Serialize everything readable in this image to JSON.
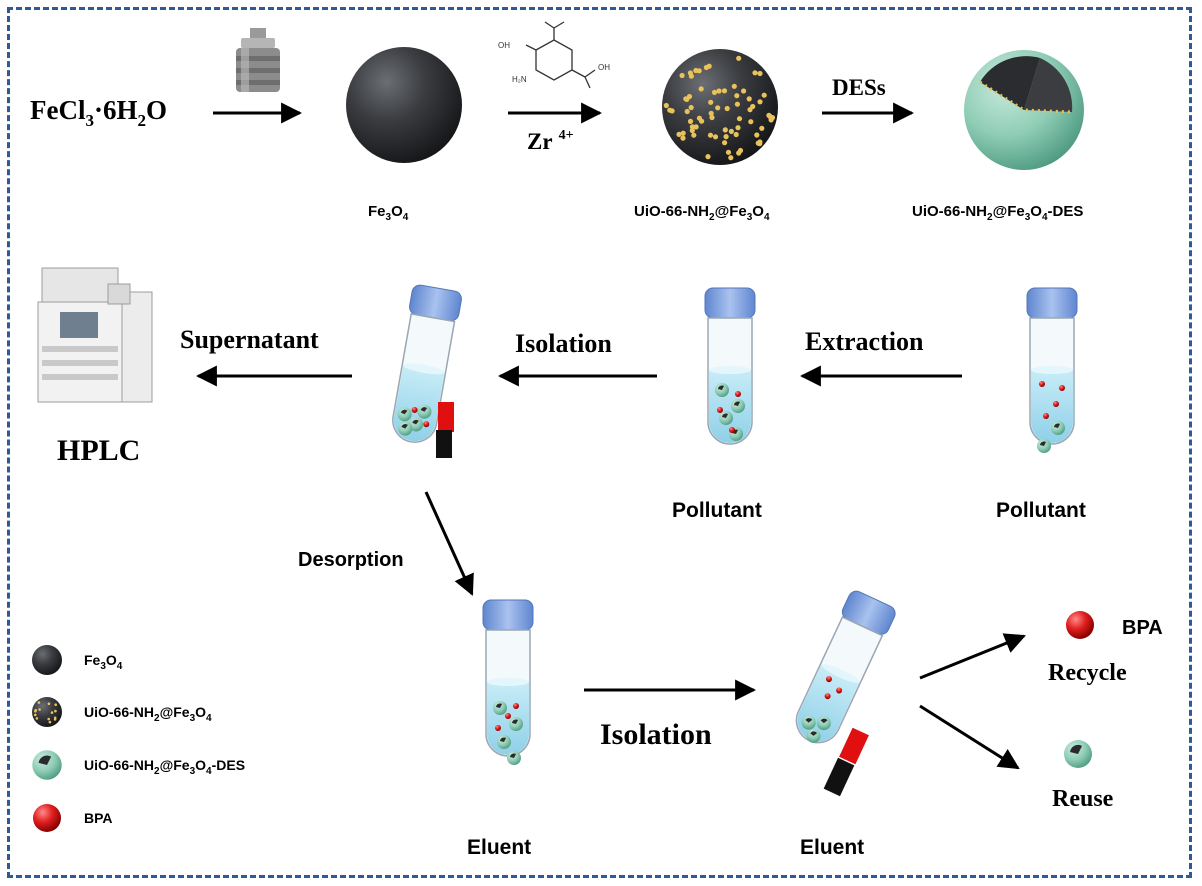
{
  "synthesis": {
    "precursor": {
      "main": "FeCl",
      "s1": "3",
      "mid": "·6H",
      "s2": "2",
      "tail": "O"
    },
    "ligand_labels": {
      "cooh_top": "OH",
      "nh2": "H₂N",
      "cooh_right": "OH"
    },
    "zr_label": {
      "main": "Zr",
      "sup": "4+"
    },
    "des_label": "DESs",
    "fe3o4_label": {
      "a": "Fe",
      "s1": "3",
      "b": "O",
      "s2": "4"
    },
    "uio_label": {
      "a": "UiO-66-NH",
      "s1": "2",
      "b": "@Fe",
      "s2": "3",
      "c": "O",
      "s3": "4"
    },
    "uio_des_label": {
      "a": "UiO-66-NH",
      "s1": "2",
      "b": "@Fe",
      "s2": "3",
      "c": "O",
      "s3": "4",
      "d": "-DES"
    }
  },
  "process": {
    "hplc": "HPLC",
    "supernatant": "Supernatant",
    "isolation_top": "Isolation",
    "extraction": "Extraction",
    "pollutant_1": "Pollutant",
    "pollutant_2": "Pollutant",
    "desorption": "Desorption",
    "isolation_bottom": "Isolation",
    "eluent_1": "Eluent",
    "eluent_2": "Eluent",
    "bpa": "BPA",
    "recycle": "Recycle",
    "reuse": "Reuse"
  },
  "legend": {
    "fe3o4": {
      "a": "Fe",
      "s1": "3",
      "b": "O",
      "s2": "4"
    },
    "uio": {
      "a": "UiO-66-NH",
      "s1": "2",
      "b": "@Fe",
      "s2": "3",
      "c": "O",
      "s3": "4"
    },
    "uio_des": {
      "a": "UiO-66-NH",
      "s1": "2",
      "b": "@Fe",
      "s2": "3",
      "c": "O",
      "s3": "4",
      "d": "-DES"
    },
    "bpa": "BPA"
  },
  "colors": {
    "frame": "#2e5a9a",
    "cap": "#7d9fdc",
    "liquid": "#b6e4f1",
    "bpa_red": "#e02020",
    "des_green": "#8fcdb5",
    "core": "#2f3033",
    "gold": "#e8c25a"
  }
}
